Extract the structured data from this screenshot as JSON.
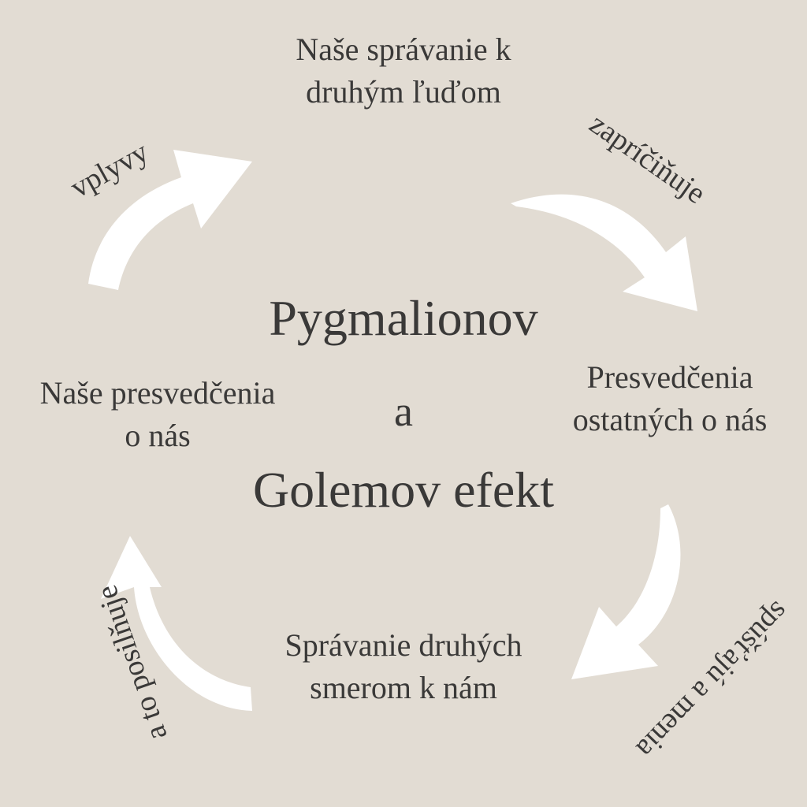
{
  "center": {
    "line1": "Pygmalionov",
    "line2": "a",
    "line3": "Golemov efekt"
  },
  "nodes": {
    "top": {
      "line1": "Naše správanie k",
      "line2": "druhým ľuďom"
    },
    "right": {
      "line1": "Presvedčenia",
      "line2": "ostatných o nás"
    },
    "bottom": {
      "line1": "Správanie druhých",
      "line2": "smerom k nám"
    },
    "left": {
      "line1": "Naše presvedčenia",
      "line2": "o nás"
    }
  },
  "connectors": {
    "top_right": "zapríčiňuje",
    "bottom_right": "spúšťajú a menia",
    "bottom_left": "a to posilňuje",
    "top_left": "vplyvy"
  },
  "colors": {
    "background": "#e2dcd3",
    "text": "#3a3938",
    "arrow": "#ffffff"
  }
}
